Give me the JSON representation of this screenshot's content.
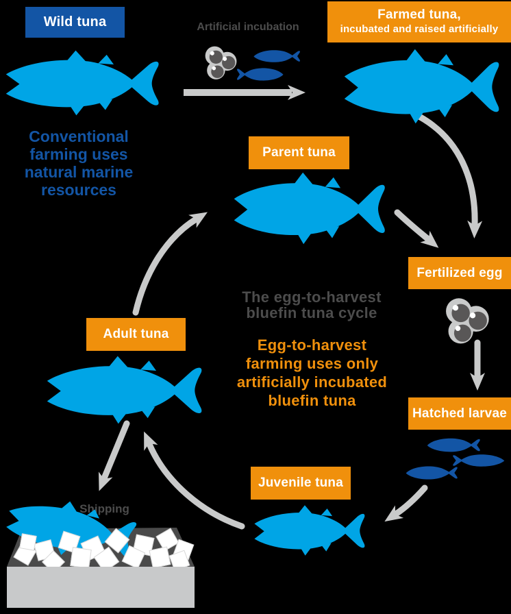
{
  "title": "The egg-to-harvest bluefin tuna cycle",
  "colors": {
    "background": "#000000",
    "light_blue_fish": "#00A5E6",
    "dark_blue": "#1355A5",
    "orange": "#F0900C",
    "gray_text": "#4C4C4C",
    "arrow_gray": "#C9CACA",
    "egg_inner_gray": "#595757",
    "label_text": "#FFFFFF"
  },
  "nodes": {
    "wild_tuna": {
      "label": "Wild tuna"
    },
    "artificial_incubation": {
      "label": "Artificial incubation"
    },
    "farmed_tuna": {
      "title": "Farmed tuna,",
      "subtitle": "incubated and raised artificially"
    },
    "parent_tuna": {
      "label": "Parent tuna"
    },
    "fertilized_egg": {
      "label": "Fertilized egg"
    },
    "hatched_larvae": {
      "label": "Hatched larvae"
    },
    "juvenile_tuna": {
      "label": "Juvenile tuna"
    },
    "adult_tuna": {
      "label": "Adult tuna"
    },
    "shipping": {
      "label": "Shipping"
    }
  },
  "notes": {
    "conventional": {
      "lines": [
        "Conventional",
        "farming uses",
        "natural marine",
        "resources"
      ]
    },
    "cycle_title": {
      "lines": [
        "The egg-to-harvest",
        "bluefin tuna cycle"
      ]
    },
    "egg_to_harvest": {
      "lines": [
        "Egg-to-harvest",
        "farming uses only",
        "artificially incubated",
        "bluefin tuna"
      ]
    }
  },
  "icons": {
    "tuna": "tuna-fish-silhouette",
    "small_fish": "small-fish-silhouette",
    "eggs": "fish-egg-cluster",
    "arrow": "flow-arrow",
    "ice": "ice-cubes",
    "crate": "shipping-crate"
  }
}
